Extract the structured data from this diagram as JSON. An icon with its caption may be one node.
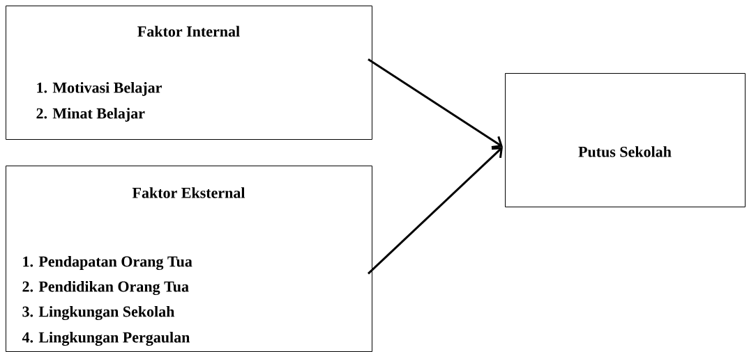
{
  "diagram": {
    "nodes": [
      {
        "text": [
          "Faktor Internal",
          "1. Motivasi Belajar",
          "2. Minat Belajar"
        ]
      },
      {
        "text": [
          "Faktor Eksternal",
          "1. Pendapatan Orang Tua",
          "2. Pendidikan Orang Tua",
          "3. Lingkungan Sekolah",
          "4. Lingkungan Pergaulan"
        ]
      },
      {
        "text": [
          "Putus Sekolah"
        ]
      }
    ],
    "edges": [
      {
        "from": 0,
        "to": 2,
        "arrow": "to"
      },
      {
        "from": 1,
        "to": 2,
        "arrow": "to"
      }
    ]
  }
}
